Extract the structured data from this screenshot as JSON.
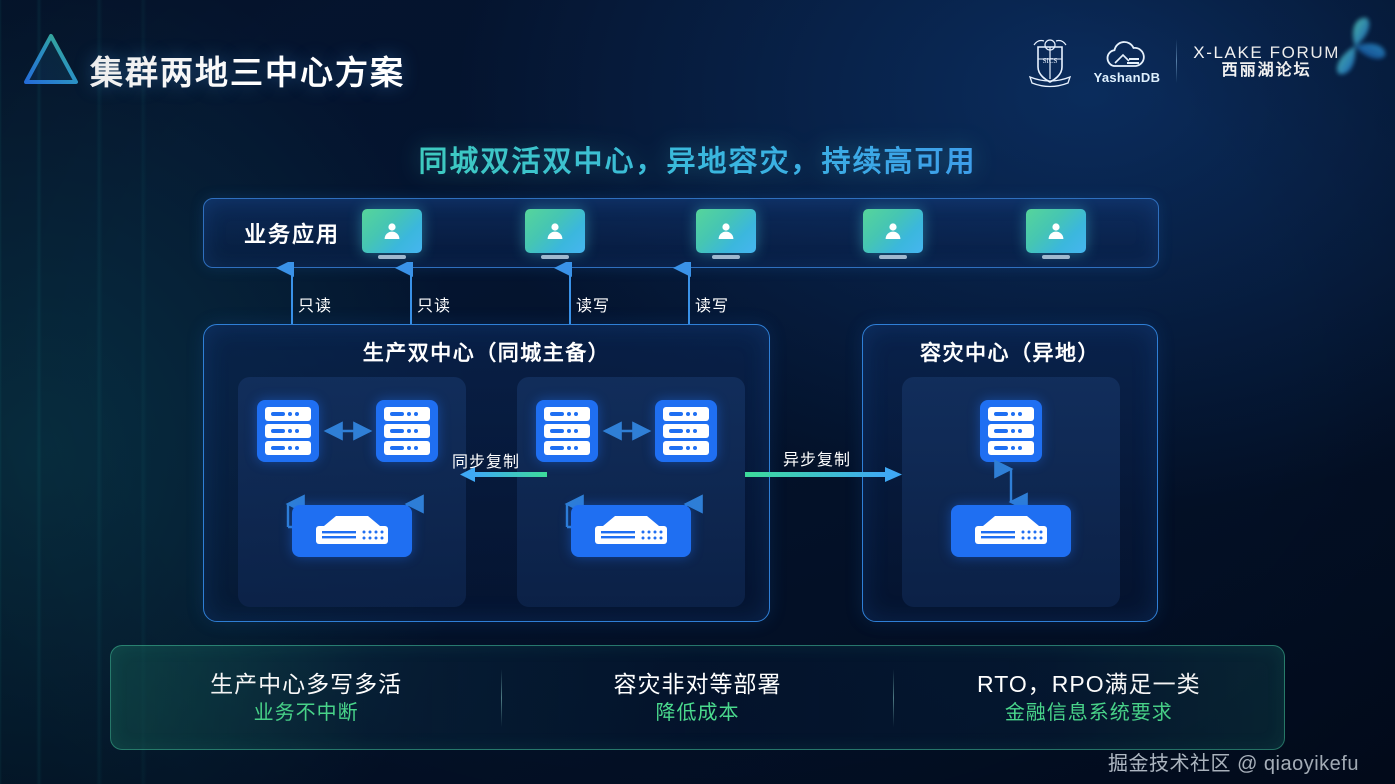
{
  "header": {
    "title": "集群两地三中心方案",
    "logo_icon": "triangle-logo-icon",
    "brand": {
      "crest_icon": "university-crest-icon",
      "yashandb_icon": "yashandb-cloud-icon",
      "yashandb_name": "YashanDB",
      "forum_en": "X-LAKE FORUM",
      "forum_cn": "西丽湖论坛",
      "pinwheel_icon": "pinwheel-glow-icon"
    }
  },
  "subtitle": "同城双活双中心，异地容灾，持续高可用",
  "app_layer": {
    "label": "业务应用",
    "clients": [
      {
        "icon": "monitor-user-icon"
      },
      {
        "icon": "monitor-user-icon"
      },
      {
        "icon": "monitor-user-icon"
      },
      {
        "icon": "monitor-user-icon"
      },
      {
        "icon": "monitor-user-icon"
      }
    ],
    "connections": [
      {
        "label": "只读"
      },
      {
        "label": "只读"
      },
      {
        "label": "读写"
      },
      {
        "label": "读写"
      }
    ]
  },
  "production_center": {
    "title": "生产双中心（同城主备）",
    "site_a": {
      "servers": 2,
      "switches": 1
    },
    "site_b": {
      "servers": 2,
      "switches": 1
    }
  },
  "dr_center": {
    "title": "容灾中心（异地）",
    "servers": 1,
    "switches": 1
  },
  "replication": {
    "sync_label": "同步复制",
    "async_label": "异步复制"
  },
  "banner": {
    "items": [
      {
        "main": "生产中心多写多活",
        "sub": "业务不中断"
      },
      {
        "main": "容灾非对等部署",
        "sub": "降低成本"
      },
      {
        "main": "RTO，RPO满足一类",
        "sub": "金融信息系统要求"
      }
    ]
  },
  "watermark": "掘金技术社区 @ qiaoyikefu",
  "colors": {
    "background": "#041127",
    "accent_blue": "#1f6ff2",
    "accent_green": "#4ad98d",
    "line_blue": "#3a92e8",
    "title_white": "#ffffff"
  }
}
